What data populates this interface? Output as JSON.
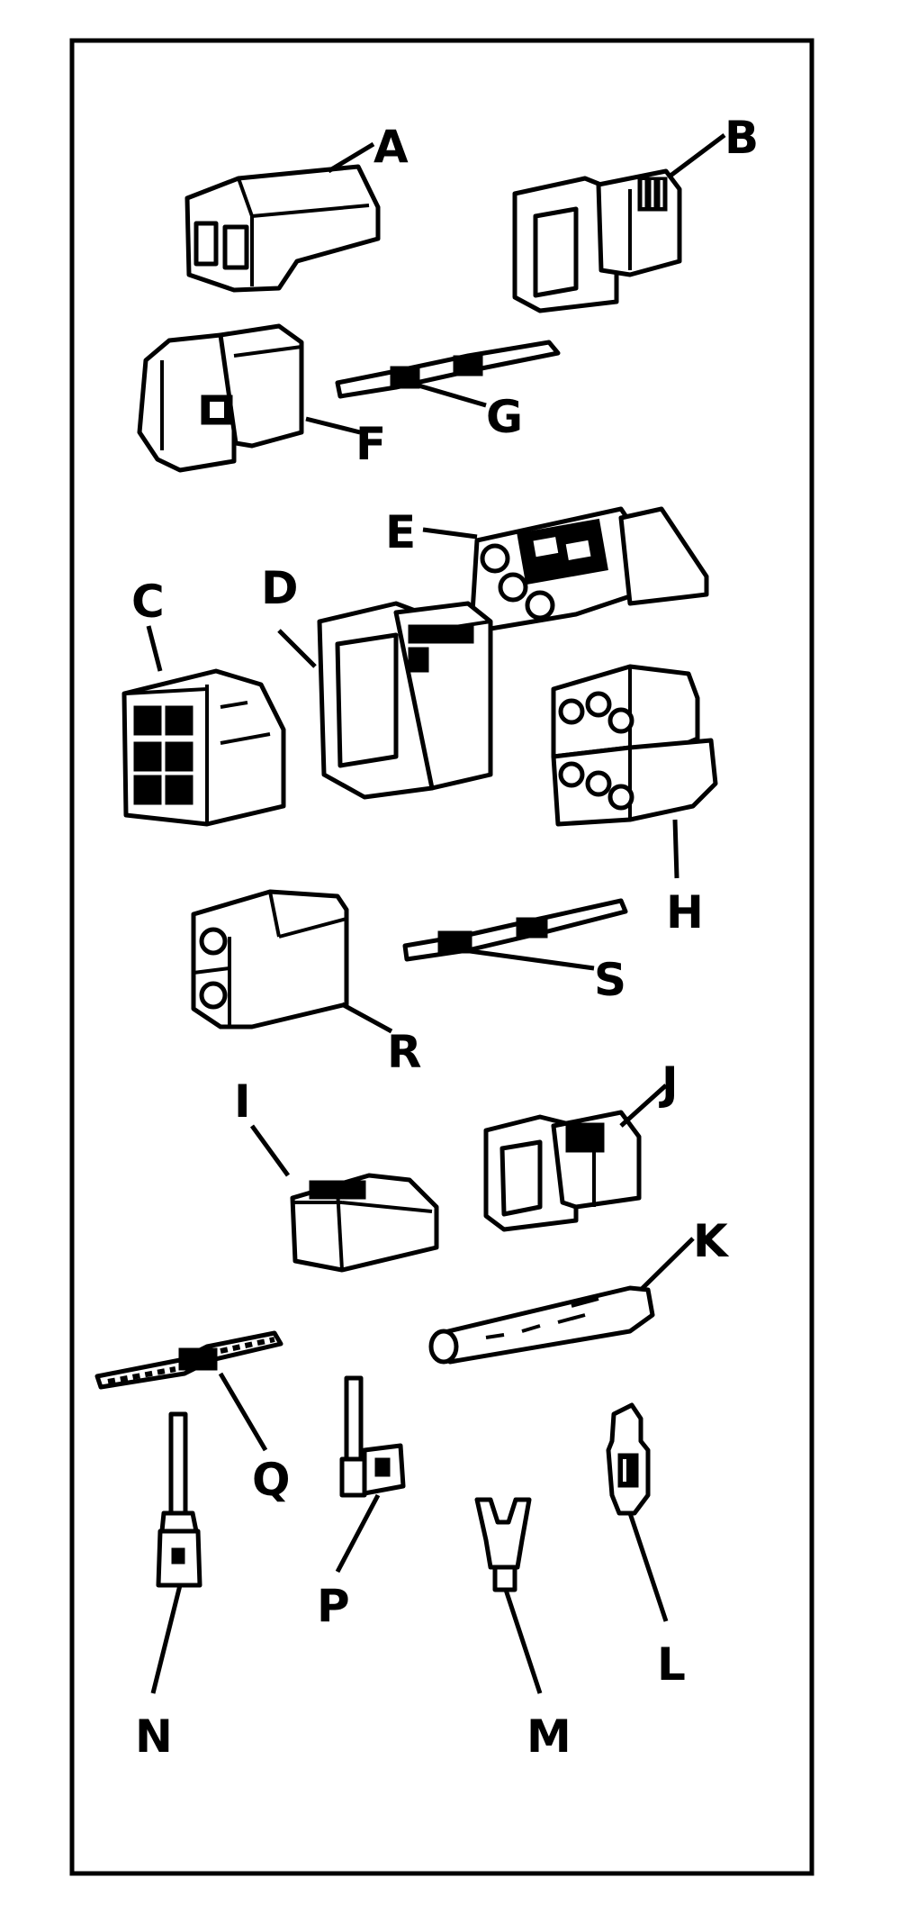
{
  "labels": {
    "A": "A",
    "B": "B",
    "C": "C",
    "D": "D",
    "E": "E",
    "F": "F",
    "G": "G",
    "H": "H",
    "I": "I",
    "J": "J",
    "K": "K",
    "L": "L",
    "M": "M",
    "N": "N",
    "P": "P",
    "Q": "Q",
    "R": "R",
    "S": "S"
  }
}
